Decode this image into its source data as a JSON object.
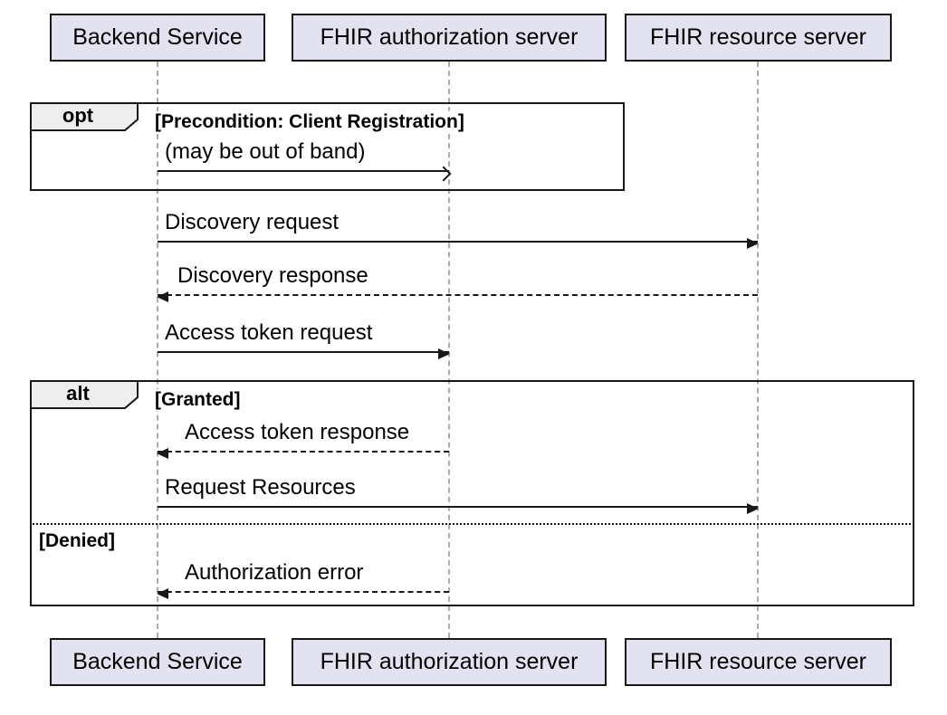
{
  "diagram": {
    "participants": [
      {
        "name": "Backend Service"
      },
      {
        "name": "FHIR authorization server"
      },
      {
        "name": "FHIR resource server"
      }
    ],
    "fragments": {
      "opt": {
        "operator": "opt",
        "guard": "[Precondition: Client Registration]"
      },
      "alt": {
        "operator": "alt",
        "guard_granted": "[Granted]",
        "guard_denied": "[Denied]"
      }
    },
    "messages": [
      {
        "label": "(may be out of band)",
        "from": "Backend Service",
        "to": "FHIR authorization server",
        "line": "solid",
        "arrowhead": "open"
      },
      {
        "label": "Discovery request",
        "from": "Backend Service",
        "to": "FHIR resource server",
        "line": "solid",
        "arrowhead": "filled"
      },
      {
        "label": "Discovery response",
        "from": "FHIR resource server",
        "to": "Backend Service",
        "line": "dashed",
        "arrowhead": "filled"
      },
      {
        "label": "Access token request",
        "from": "Backend Service",
        "to": "FHIR authorization server",
        "line": "solid",
        "arrowhead": "filled"
      },
      {
        "label": "Access token response",
        "from": "FHIR authorization server",
        "to": "Backend Service",
        "line": "dashed",
        "arrowhead": "filled"
      },
      {
        "label": "Request Resources",
        "from": "Backend Service",
        "to": "FHIR resource server",
        "line": "solid",
        "arrowhead": "filled"
      },
      {
        "label": "Authorization error",
        "from": "FHIR authorization server",
        "to": "Backend Service",
        "line": "dashed",
        "arrowhead": "filled"
      }
    ],
    "colors": {
      "participant_fill": "#E2E2F0",
      "border": "#181818",
      "fragment_header_fill": "#EEEEEE",
      "lifeline": "#ABABAB",
      "background": "#FFFFFF"
    }
  }
}
